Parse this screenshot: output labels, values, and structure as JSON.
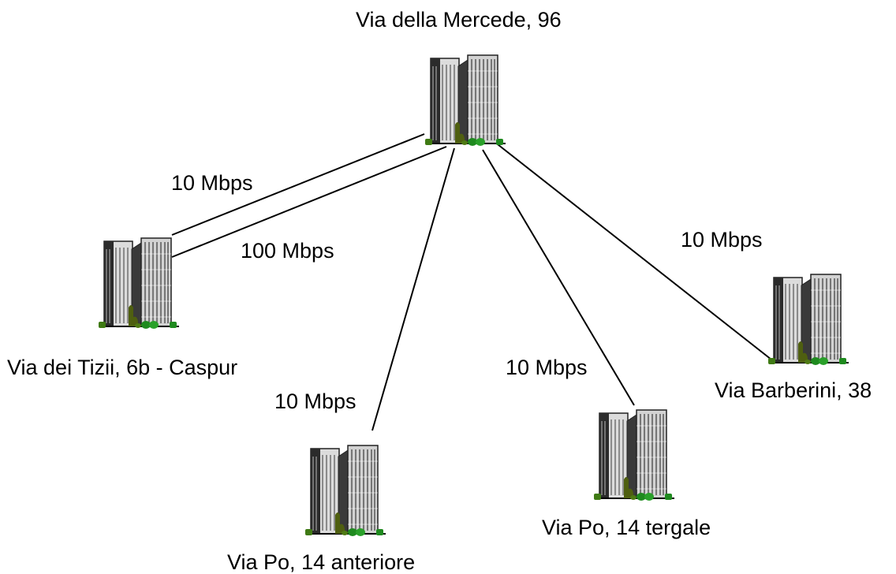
{
  "sites": {
    "mercede": "Via della Mercede, 96",
    "tizii": "Via dei Tizii, 6b - Caspur",
    "po_anteriore": "Via Po, 14 anteriore",
    "po_tergale": "Via Po, 14 tergale",
    "barberini": "Via Barberini, 38"
  },
  "links": {
    "tizii_a": "10 Mbps",
    "tizii_b": "100 Mbps",
    "po_anteriore": "10 Mbps",
    "po_tergale": "10 Mbps",
    "barberini": "10 Mbps"
  },
  "colors": {
    "line": "#000000",
    "building_dark": "#2b2b2b",
    "building_light": "#c8c8c8",
    "tree": "#4f5f10",
    "bush": "#1f8a1f"
  }
}
